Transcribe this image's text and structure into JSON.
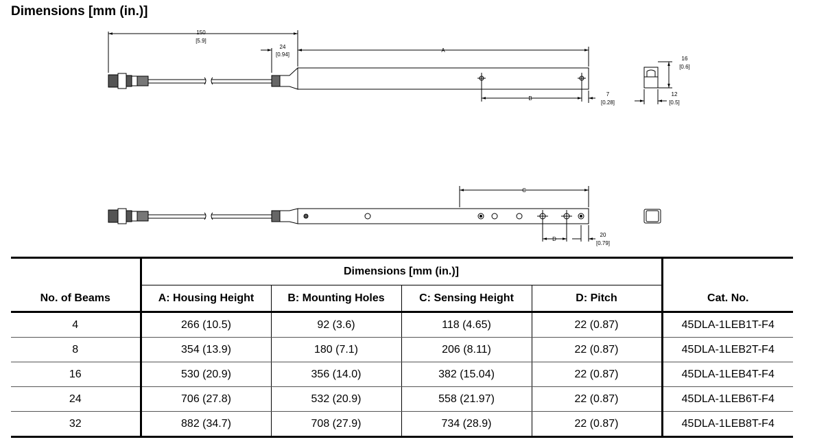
{
  "title": "Dimensions [mm (in.)]",
  "drawing": {
    "top_view": {
      "dim_150": "150",
      "dim_150_in": "[5.9]",
      "dim_24": "24",
      "dim_24_in": "[0.94]",
      "dim_A": "A",
      "dim_B": "B",
      "dim_7": "7",
      "dim_7_in": "[0.28]",
      "dim_16": "16",
      "dim_16_in": "[0.6]",
      "dim_12": "12",
      "dim_12_in": "[0.5]"
    },
    "front_view": {
      "dim_C": "C",
      "dim_D": "D",
      "dim_20": "20",
      "dim_20_in": "[0.79]"
    }
  },
  "table": {
    "col_beams": "No. of Beams",
    "group_header": "Dimensions [mm (in.)]",
    "col_a": "A: Housing Height",
    "col_b": "B: Mounting Holes",
    "col_c": "C: Sensing Height",
    "col_d": "D: Pitch",
    "col_cat": "Cat. No.",
    "rows": [
      {
        "beams": "4",
        "a": "266 (10.5)",
        "b": "92 (3.6)",
        "c": "118 (4.65)",
        "d": "22 (0.87)",
        "cat": "45DLA-1LEB1T-F4"
      },
      {
        "beams": "8",
        "a": "354 (13.9)",
        "b": "180 (7.1)",
        "c": "206 (8.11)",
        "d": "22 (0.87)",
        "cat": "45DLA-1LEB2T-F4"
      },
      {
        "beams": "16",
        "a": "530 (20.9)",
        "b": "356 (14.0)",
        "c": "382 (15.04)",
        "d": "22 (0.87)",
        "cat": "45DLA-1LEB4T-F4"
      },
      {
        "beams": "24",
        "a": "706 (27.8)",
        "b": "532 (20.9)",
        "c": "558 (21.97)",
        "d": "22 (0.87)",
        "cat": "45DLA-1LEB6T-F4"
      },
      {
        "beams": "32",
        "a": "882 (34.7)",
        "b": "708 (27.9)",
        "c": "734 (28.9)",
        "d": "22 (0.87)",
        "cat": "45DLA-1LEB8T-F4"
      }
    ]
  }
}
